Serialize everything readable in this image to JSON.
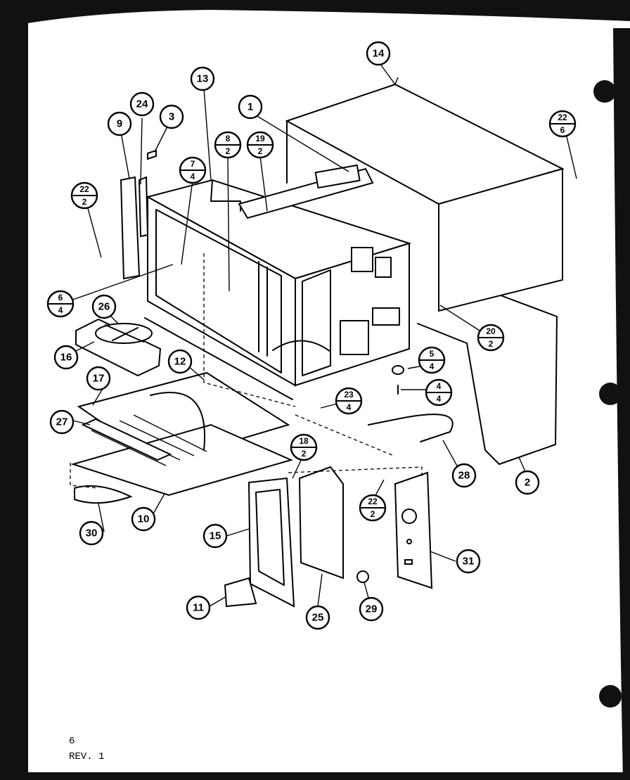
{
  "callouts": {
    "c1": "1",
    "c2": "2",
    "c3": "3",
    "c9": "9",
    "c10": "10",
    "c11": "11",
    "c12": "12",
    "c13": "13",
    "c14": "14",
    "c15": "15",
    "c16": "16",
    "c17": "17",
    "c24": "24",
    "c25": "25",
    "c26": "26",
    "c27": "27",
    "c28": "28",
    "c29": "29",
    "c30": "30",
    "c31": "31"
  },
  "fractions": {
    "f22_6": {
      "num": "22",
      "den": "6"
    },
    "f8_2": {
      "num": "8",
      "den": "2"
    },
    "f19_2": {
      "num": "19",
      "den": "2"
    },
    "f7_4": {
      "num": "7",
      "den": "4"
    },
    "f22_2a": {
      "num": "22",
      "den": "2"
    },
    "f6_4": {
      "num": "6",
      "den": "4"
    },
    "f20_2": {
      "num": "20",
      "den": "2"
    },
    "f5_4": {
      "num": "5",
      "den": "4"
    },
    "f4_4": {
      "num": "4",
      "den": "4"
    },
    "f23_4": {
      "num": "23",
      "den": "4"
    },
    "f18_2": {
      "num": "18",
      "den": "2"
    },
    "f22_2b": {
      "num": "22",
      "den": "2"
    }
  },
  "footer": {
    "page": "6",
    "revision": "REV. 1"
  }
}
